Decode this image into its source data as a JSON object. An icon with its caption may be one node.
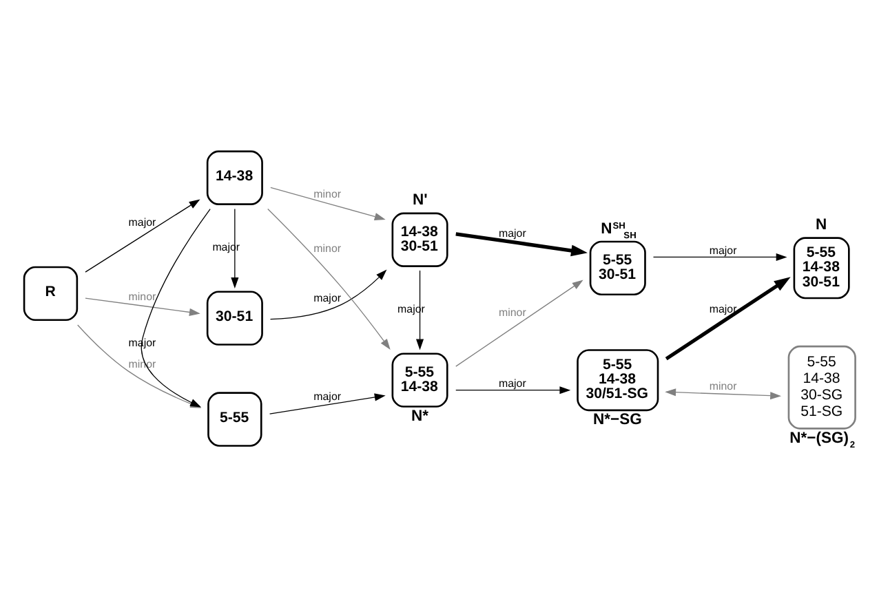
{
  "diagram": {
    "nodes": [
      {
        "text": [
          "R"
        ]
      },
      {
        "text": [
          "30-51"
        ]
      },
      {
        "text": [
          "14-38"
        ]
      },
      {
        "text": [
          "5-55"
        ]
      },
      {
        "text": [
          "14-38",
          "30-51"
        ],
        "beside": [
          "N'"
        ]
      },
      {
        "text": [
          "5-55",
          "14-38"
        ],
        "beside": [
          "N*"
        ]
      },
      {
        "text": [
          "5-55",
          "30-51"
        ],
        "beside": [
          "N$^{SH}$$_{SH}$"
        ]
      },
      {
        "text": [
          "5-55",
          "14-38",
          "30/51-SG"
        ],
        "beside": [
          "N*−SG"
        ]
      },
      {
        "text": [
          "5-55",
          "14-38",
          "30-51"
        ],
        "beside": [
          "N"
        ]
      },
      {
        "text": [
          "5-55",
          "14-38",
          "30-SG",
          "51-SG"
        ],
        "beside": [
          "N*−(SG)$_{2}$"
        ]
      }
    ],
    "edges": [
      {
        "from": 0,
        "to": 1,
        "arrow": "to",
        "label": "minor",
        "color": "#808080"
      },
      {
        "from": 0,
        "to": 2,
        "arrow": "to",
        "label": "major"
      },
      {
        "from": 0,
        "to": 3,
        "arrow": "to",
        "label": "minor",
        "color": "#808080"
      },
      {
        "from": 2,
        "to": 1,
        "arrow": "to",
        "label": "major"
      },
      {
        "from": 2,
        "to": 3,
        "arrow": "to",
        "label": "major"
      },
      {
        "from": 2,
        "to": 4,
        "arrow": "to",
        "label": "minor",
        "color": "#808080"
      },
      {
        "from": 2,
        "to": 5,
        "arrow": "to",
        "label": "minor",
        "color": "#808080"
      },
      {
        "from": 1,
        "to": 4,
        "arrow": "to",
        "label": "major"
      },
      {
        "from": 3,
        "to": 5,
        "arrow": "to",
        "label": "major"
      },
      {
        "from": 4,
        "to": 5,
        "arrow": "to",
        "label": "major"
      },
      {
        "from": 4,
        "to": 6,
        "arrow": "to",
        "label": "major",
        "style": "thick"
      },
      {
        "from": 5,
        "to": 6,
        "arrow": "to",
        "label": "minor",
        "color": "#808080"
      },
      {
        "from": 6,
        "to": 8,
        "arrow": "to",
        "label": "major"
      },
      {
        "from": 5,
        "to": 7,
        "arrow": "to",
        "label": "major"
      },
      {
        "from": 7,
        "to": 8,
        "arrow": "to",
        "label": "major",
        "style": "thick"
      },
      {
        "from": 7,
        "to": 9,
        "arrow": "both",
        "label": "minor",
        "color": "#808080"
      }
    ]
  }
}
